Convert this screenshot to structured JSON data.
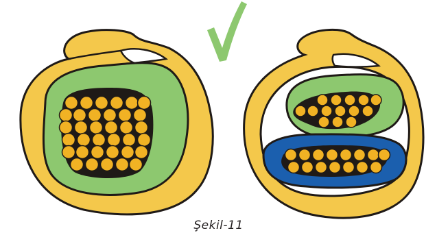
{
  "caption": "Şekil-11",
  "colors": {
    "outer_ring": "#f4c84b",
    "inner_green": "#8dc86f",
    "blue_chamber": "#1b5fae",
    "dark_core": "#1f1a17",
    "granule": "#f1b224",
    "outline": "#1f1a17",
    "check_mark": "#8dc86f"
  },
  "icons": {
    "check": "check-mark-icon"
  },
  "panels": [
    {
      "id": "left",
      "description_name": "single-green-chamber-cell"
    },
    {
      "id": "right",
      "description_name": "two-chamber-cell"
    }
  ]
}
